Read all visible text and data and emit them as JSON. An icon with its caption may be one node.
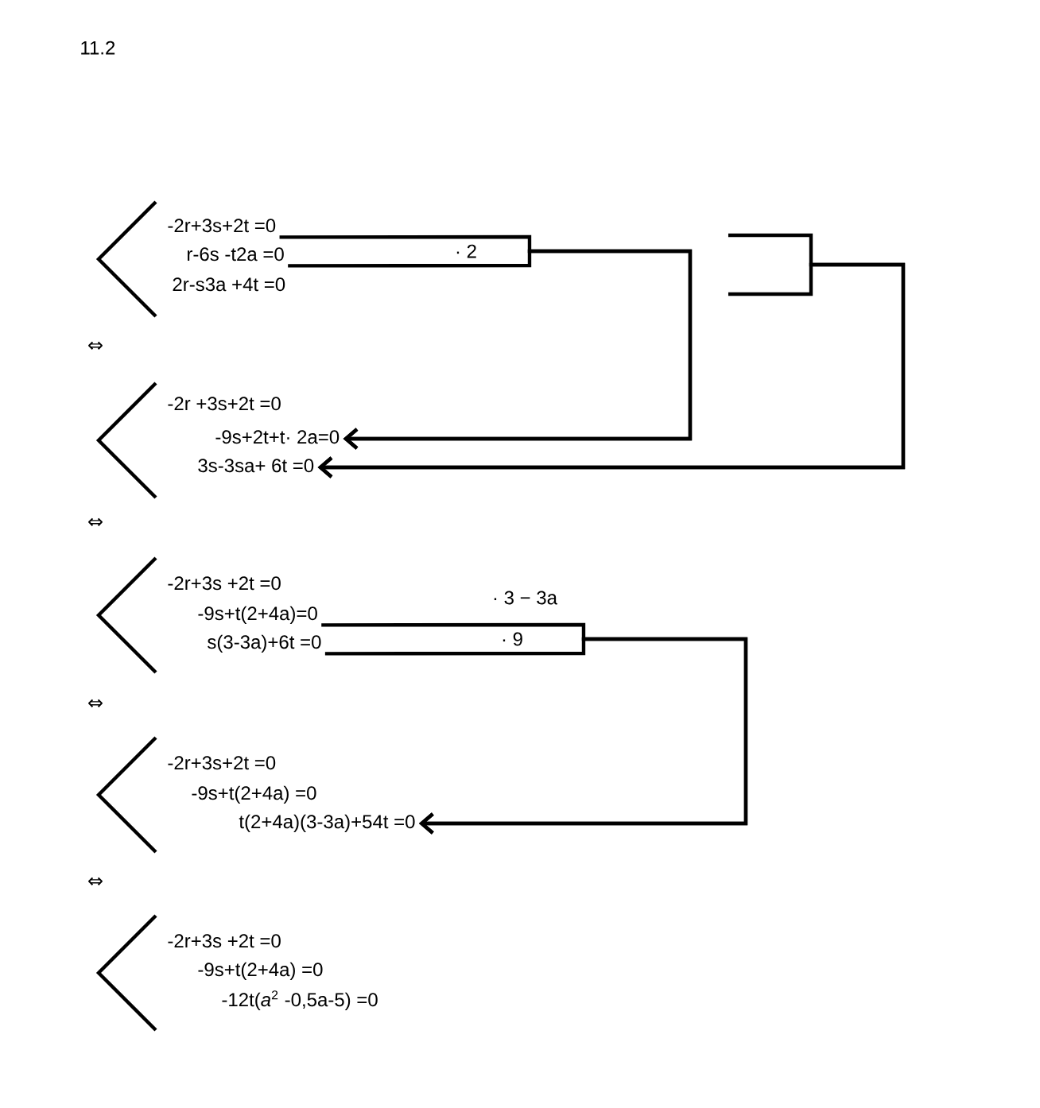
{
  "diagram": {
    "nodes": [
      {
        "text": [
          "-2r+3s+2t =0"
        ]
      },
      {
        "text": [
          "r-6s -t2a =0"
        ]
      },
      {
        "text": [
          "2r-s3a +4t =0"
        ]
      },
      {
        "text": [
          "-2r +3s+2t =0"
        ]
      },
      {
        "text": [
          "-9s+2t+t· 2a=0"
        ]
      },
      {
        "text": [
          "3s-3sa+ 6t =0"
        ]
      },
      {
        "text": [
          "-2r+3s +2t =0"
        ]
      },
      {
        "text": [
          "-9s+t(2+4a)=0"
        ]
      },
      {
        "text": [
          "s(3-3a)+6t =0"
        ]
      },
      {
        "text": [
          "-2r+3s+2t =0"
        ]
      },
      {
        "text": [
          "-9s+t(2+4a) =0"
        ]
      },
      {
        "text": [
          "t(2+4a)(3-3a)+54t =0"
        ]
      },
      {
        "text": [
          "-2r+3s +2t =0"
        ]
      },
      {
        "text": [
          "-9s+t(2+4a) =0"
        ]
      },
      {
        "text": [
          "-12t(*a*$^{2}$ -0,5a-5) =0"
        ]
      }
    ],
    "edges": [
      {
        "from": 0,
        "to": 4,
        "arrow": "to"
      },
      {
        "from": 1,
        "to": 4,
        "arrow": "to",
        "label": "· 2"
      },
      {
        "from": null,
        "to": 5,
        "arrow": "to"
      },
      {
        "from": null,
        "to": 5,
        "arrow": "to"
      },
      {
        "from": 7,
        "to": 11,
        "arrow": "to",
        "label": "· 3 − 3a"
      },
      {
        "from": 8,
        "to": 11,
        "arrow": "to",
        "label": "· 9"
      }
    ],
    "labels": [
      "11.2",
      "⇔",
      "⇔",
      "⇔",
      "⇔"
    ]
  }
}
